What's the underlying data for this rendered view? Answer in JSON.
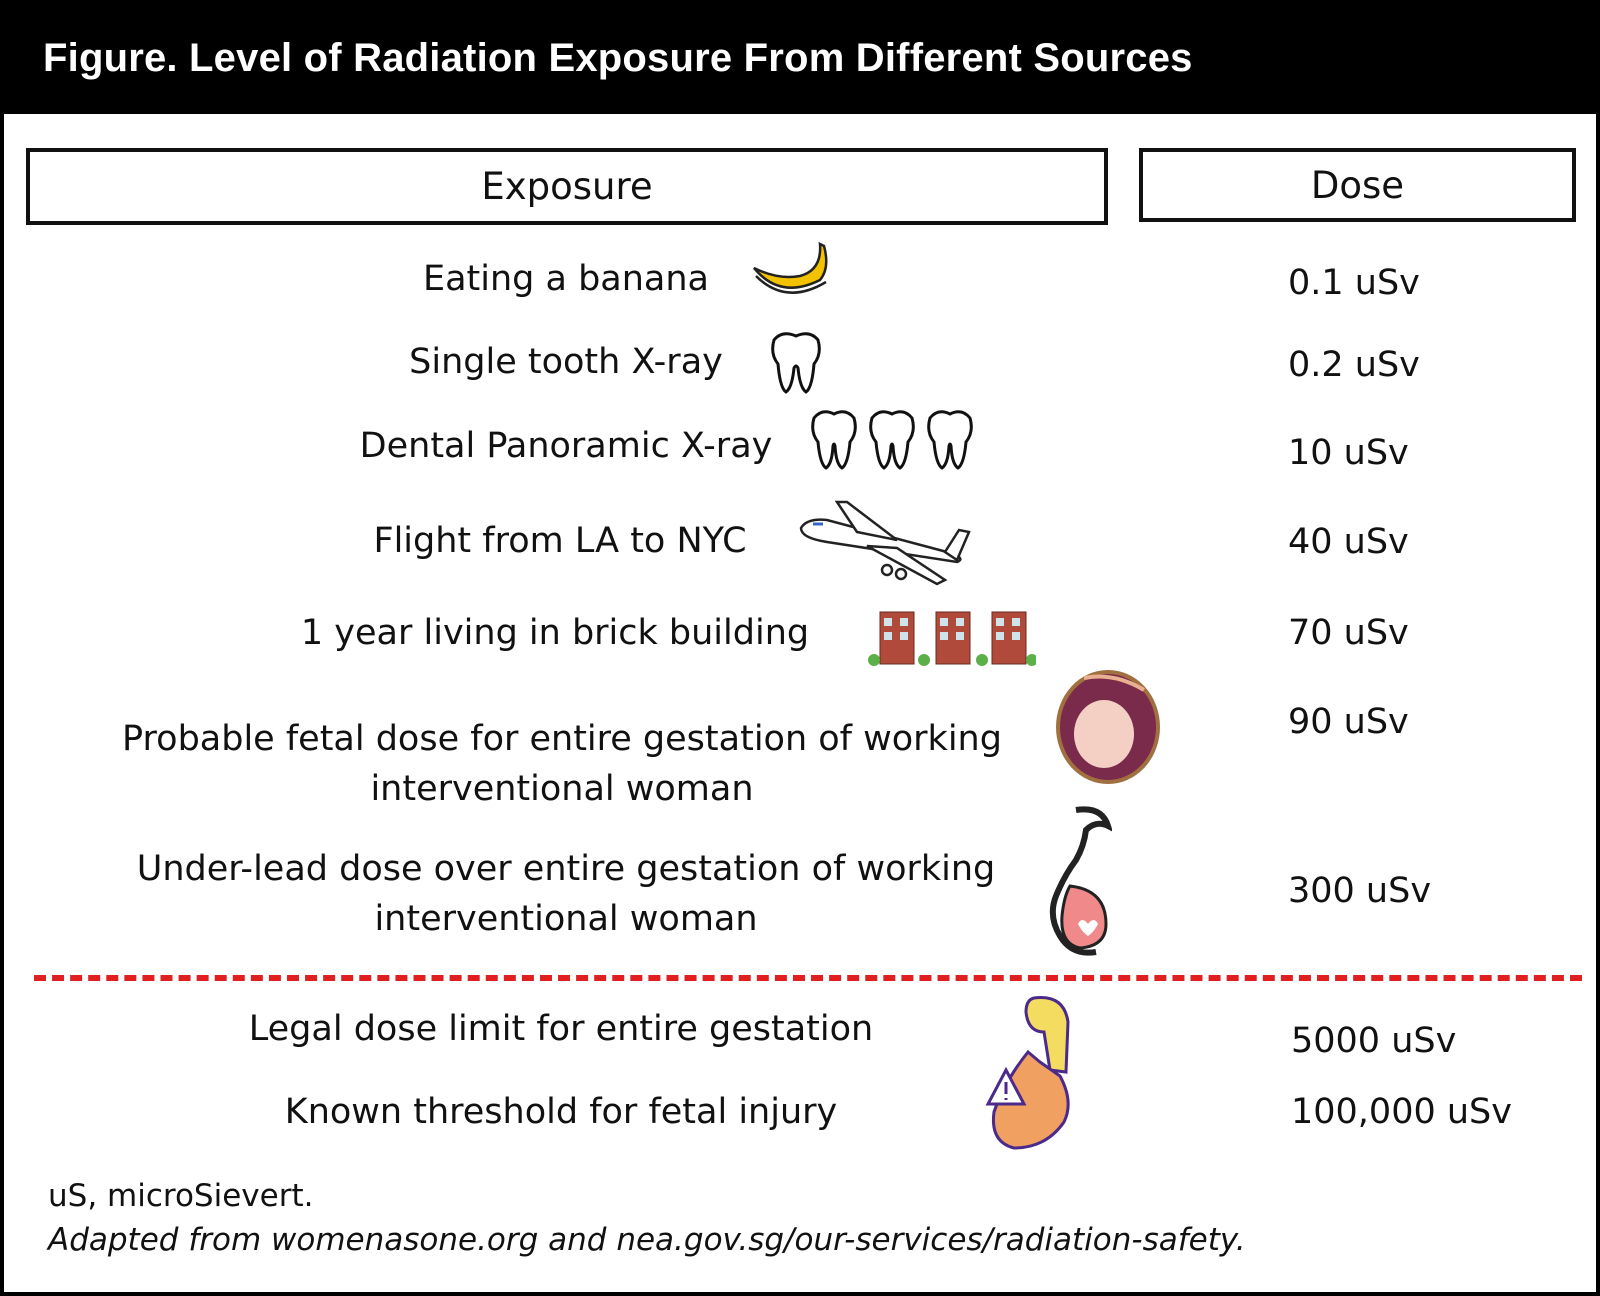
{
  "title": "Figure. Level of Radiation Exposure From Different Sources",
  "headers": {
    "exposure": "Exposure",
    "dose": "Dose"
  },
  "rows": [
    {
      "exposure": "Eating a banana",
      "dose": "0.1 uSv",
      "icon": "banana-icon"
    },
    {
      "exposure": "Single tooth X-ray",
      "dose": "0.2 uSv",
      "icon": "tooth-icon"
    },
    {
      "exposure": "Dental Panoramic X-ray",
      "dose": "10 uSv",
      "icon": "three-teeth-icon"
    },
    {
      "exposure": "Flight from LA to NYC",
      "dose": "40 uSv",
      "icon": "airplane-icon"
    },
    {
      "exposure": "1 year living in brick building",
      "dose": "70 uSv",
      "icon": "brick-buildings-icon"
    },
    {
      "exposure_line1": "Probable fetal dose for entire gestation of working",
      "exposure_line2": "interventional woman",
      "dose": "90 uSv",
      "icon": "fetus-icon"
    },
    {
      "exposure_line1": "Under-lead dose over entire gestation of working",
      "exposure_line2": "interventional woman",
      "dose": "300 uSv",
      "icon": "pregnant-woman-icon"
    },
    {
      "exposure": "Legal dose limit for entire gestation",
      "dose": "5000 uSv",
      "icon": "pregnant-warning-icon"
    },
    {
      "exposure": "Known threshold for fetal injury",
      "dose": "100,000 uSv"
    }
  ],
  "colors": {
    "divider": "#e02020",
    "banana": "#f2c200",
    "brick": "#b04a3a",
    "fetus_bg": "#7a2a4a"
  },
  "footnote": "uS, microSievert.",
  "source": "Adapted from womenasone.org and nea.gov.sg/our-services/radiation-safety."
}
